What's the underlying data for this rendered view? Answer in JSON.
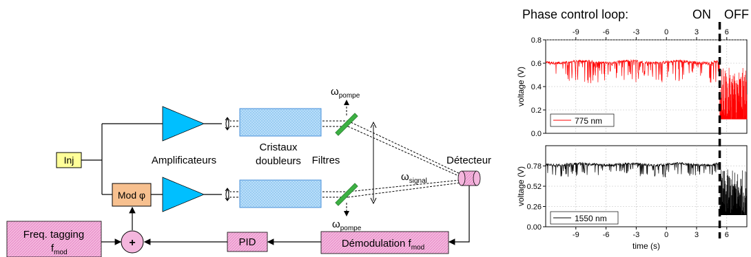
{
  "diagram": {
    "inj": "Inj",
    "mod": "Mod φ",
    "freq_tagging": "Freq. tagging",
    "f_sym": "f",
    "mod_sub": "mod",
    "plus": "+",
    "pid": "PID",
    "demod": "Démodulation f",
    "amplificateurs": "Amplificateurs",
    "cristaux_1": "Cristaux",
    "cristaux_2": "doubleurs",
    "filtres": "Filtres",
    "detecteur": "Détecteur",
    "omega": "ω",
    "pompe": "pompe",
    "signal": "signal",
    "colors": {
      "amplifier": "#00bfff",
      "crystal": "#9ed1f5",
      "filter": "#3cb043",
      "pink_box": "#f4b6dd",
      "orange_box": "#f7c08f",
      "inj_box": "#ffff99"
    }
  },
  "plot": {
    "title": "Phase control loop:",
    "on": "ON",
    "off": "OFF",
    "xlabel": "time (s)",
    "ylabel": "voltage (V)",
    "top_ticks": [
      "-9",
      "-6",
      "-3",
      "0",
      "3",
      "6"
    ],
    "bottom_ticks": [
      "-9",
      "-6",
      "-3",
      "0",
      "3",
      "6"
    ]
  },
  "chart_data": [
    {
      "type": "line",
      "series": [
        {
          "name": "775 nm",
          "color": "#ff0000",
          "level_on": 0.61,
          "level_off": 0.12
        }
      ],
      "xlim": [
        -12,
        8
      ],
      "ylim": [
        0.0,
        0.8
      ],
      "yticks": [
        "0.0",
        "0.2",
        "0.4",
        "0.6",
        "0.8"
      ],
      "switch_time": 5.3,
      "legend": "bottom-left",
      "grid": true
    },
    {
      "type": "line",
      "series": [
        {
          "name": "1550 nm",
          "color": "#000000",
          "level_on": 0.8,
          "level_off": 0.15
        }
      ],
      "xlim": [
        -12,
        8
      ],
      "ylim": [
        0.0,
        1.04
      ],
      "yticks": [
        "0.00",
        "0.26",
        "0.52",
        "0.78"
      ],
      "switch_time": 5.3,
      "legend": "bottom-left",
      "grid": true
    }
  ]
}
